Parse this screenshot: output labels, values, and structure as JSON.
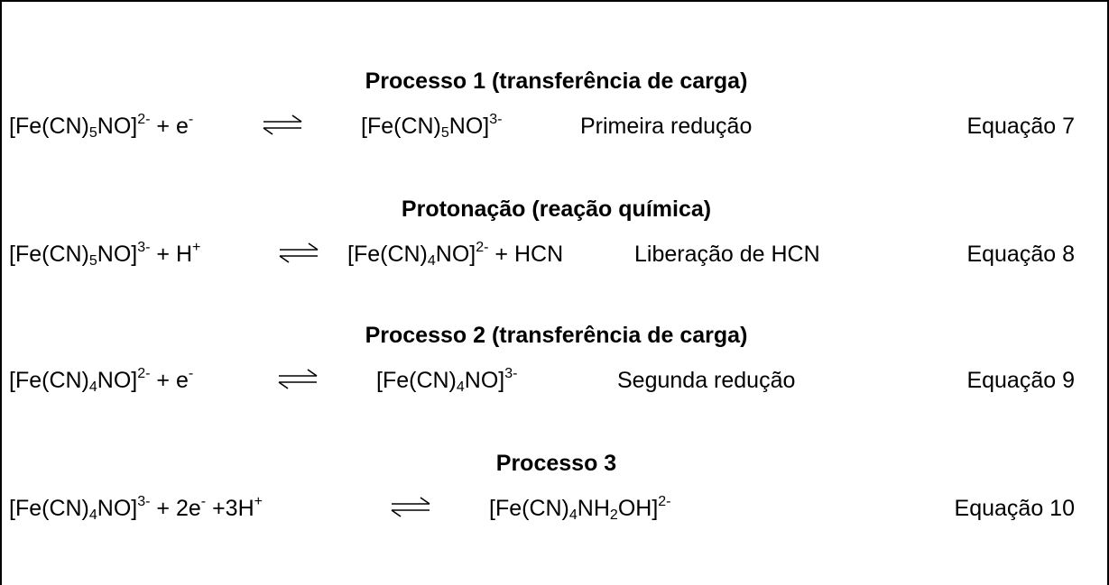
{
  "process1": {
    "heading": "Processo 1 (transferência de carga)",
    "eq": {
      "reactant": {
        "main": "[Fe(CN)",
        "sub": "5",
        "tail": "NO]",
        "sup": "2-",
        "extra": " + e",
        "extra_sup": "-"
      },
      "product": {
        "main": "[Fe(CN)",
        "sub": "5",
        "tail": "NO]",
        "sup": "3-"
      },
      "label": "Primeira redução",
      "number": "Equação 7"
    }
  },
  "protonation": {
    "heading": "Protonação (reação química)",
    "eq": {
      "reactant": {
        "main": "[Fe(CN)",
        "sub": "5",
        "tail": "NO]",
        "sup": "3-",
        "extra": " + H",
        "extra_sup": "+"
      },
      "product": {
        "main": "[Fe(CN)",
        "sub": "4",
        "tail": "NO]",
        "sup": "2-",
        "after": " + HCN"
      },
      "label": "Liberação de HCN",
      "number": "Equação 8"
    }
  },
  "process2": {
    "heading": "Processo 2 (transferência de carga)",
    "eq": {
      "reactant": {
        "main": "[Fe(CN)",
        "sub": "4",
        "tail": "NO]",
        "sup": "2-",
        "extra": " + e",
        "extra_sup": "-"
      },
      "product": {
        "main": "[Fe(CN)",
        "sub": "4",
        "tail": "NO]",
        "sup": "3-"
      },
      "label": "Segunda redução",
      "number": "Equação 9"
    }
  },
  "process3": {
    "heading": "Processo 3",
    "eq": {
      "reactant": {
        "main": "[Fe(CN)",
        "sub": "4",
        "tail": "NO]",
        "sup": "3-",
        "extra": " + 2e",
        "extra_sup": "-",
        "extra2": " +3H",
        "extra2_sup": "+"
      },
      "product": {
        "main": "[Fe(CN)",
        "sub": "4",
        "tail": "NH",
        "sub2": "2",
        "tail2": "OH]",
        "sup": "2-"
      },
      "number": "Equação 10"
    }
  }
}
